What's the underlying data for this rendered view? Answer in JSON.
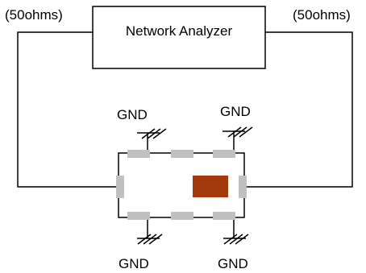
{
  "diagram": {
    "left_port_label": "(50ohms)",
    "right_port_label": "(50ohms)",
    "analyzer_label": "Network Analyzer",
    "gnd_labels": [
      "GND",
      "GND",
      "GND",
      "GND"
    ],
    "colors": {
      "line": "#000000",
      "pad": "#c0c0c0",
      "component": "#a33a0b",
      "background": "#ffffff"
    }
  }
}
